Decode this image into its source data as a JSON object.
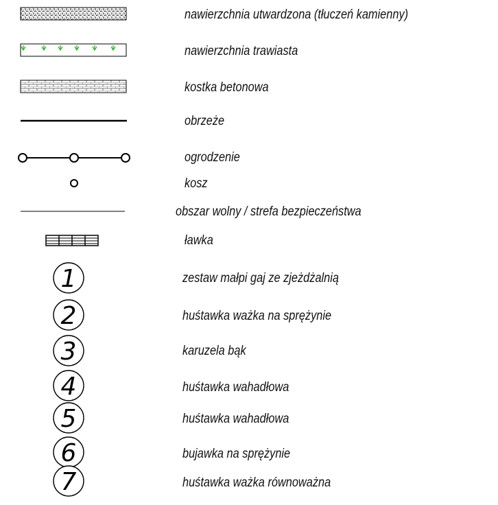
{
  "legend": {
    "items": [
      {
        "symbol": "gravel-hatch",
        "label": "nawierzchnia utwardzona (tłuczeń kamienny)"
      },
      {
        "symbol": "grass-hatch",
        "label": "nawierzchnia trawiasta"
      },
      {
        "symbol": "brick-hatch",
        "label": "kostka betonowa"
      },
      {
        "symbol": "thick-line",
        "label": "obrzeże"
      },
      {
        "symbol": "fence-line",
        "label": "ogrodzenie"
      },
      {
        "symbol": "small-circle",
        "label": "kosz"
      },
      {
        "symbol": "thin-line",
        "label": "obszar wolny / strefa bezpieczeństwa"
      },
      {
        "symbol": "bench-grid",
        "label": "ławka"
      },
      {
        "symbol": "numbered-circle",
        "number": "1",
        "label": "zestaw małpi gaj ze zjeżdżalnią"
      },
      {
        "symbol": "numbered-circle",
        "number": "2",
        "label": "huśtawka ważka na sprężynie"
      },
      {
        "symbol": "numbered-circle",
        "number": "3",
        "label": "karuzela bąk"
      },
      {
        "symbol": "numbered-circle",
        "number": "4",
        "label": "huśtawka wahadłowa"
      },
      {
        "symbol": "numbered-circle",
        "number": "5",
        "label": "huśtawka wahadłowa"
      },
      {
        "symbol": "numbered-circle",
        "number": "6",
        "label": "bujawka na sprężynie"
      },
      {
        "symbol": "numbered-circle",
        "number": "7",
        "label": "huśtawka ważka równoważna"
      }
    ],
    "colors": {
      "grass": "#2fb52f",
      "ink": "#000000"
    }
  }
}
